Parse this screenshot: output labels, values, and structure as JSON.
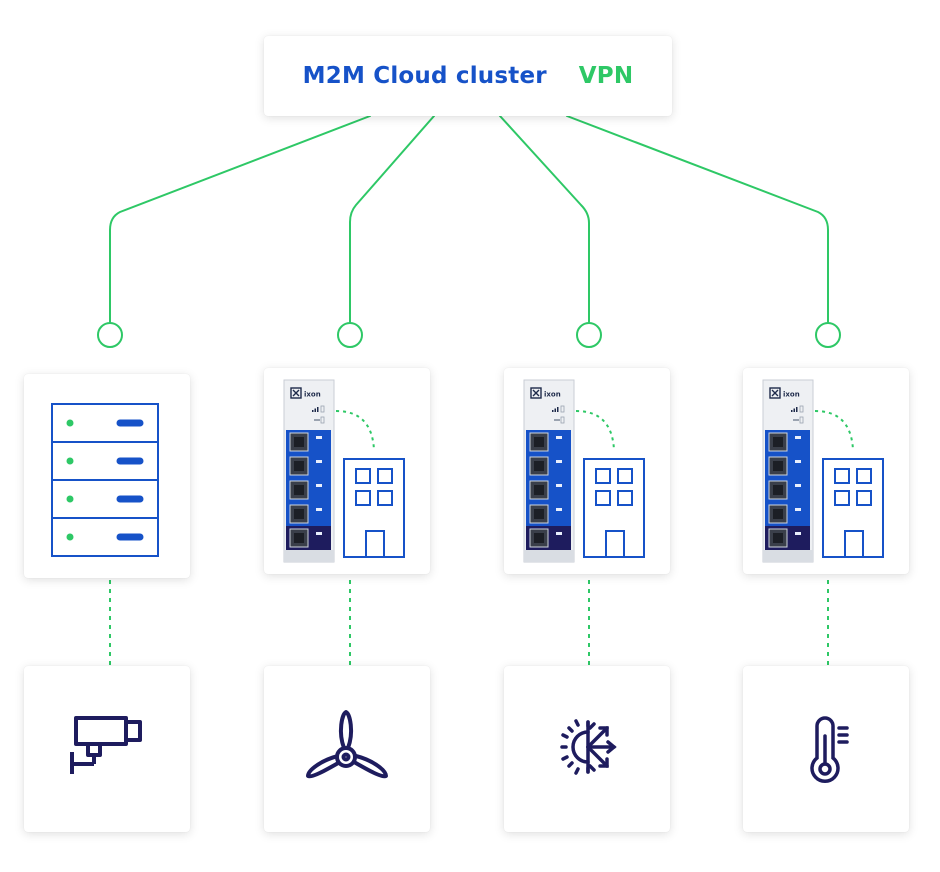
{
  "cloud": {
    "title": "M2M Cloud cluster",
    "vpn_label": "VPN"
  },
  "router": {
    "brand": "ixon"
  },
  "colors": {
    "blue": "#1652c8",
    "green": "#2ec866",
    "navy": "#1e1c5e"
  },
  "icons": {
    "server": "server-rack-icon",
    "building": "building-icon",
    "machines": [
      "security-camera-icon",
      "wind-turbine-icon",
      "climate-control-icon",
      "thermometer-icon"
    ]
  }
}
